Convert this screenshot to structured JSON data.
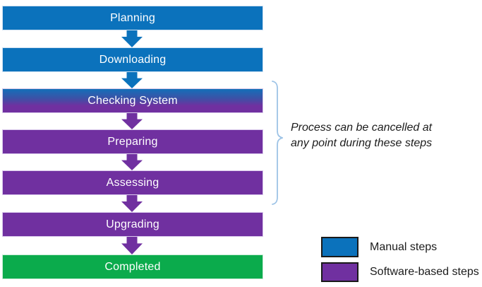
{
  "flowchart": {
    "steps": [
      {
        "label": "Planning",
        "type": "manual",
        "color": "#0B72BC"
      },
      {
        "label": "Downloading",
        "type": "manual",
        "color": "#0B72BC"
      },
      {
        "label": "Checking System",
        "type": "manual-to-software",
        "color_top": "#0B72BC",
        "color_bottom": "#7030A0"
      },
      {
        "label": "Preparing",
        "type": "software",
        "color": "#7030A0"
      },
      {
        "label": "Assessing",
        "type": "software",
        "color": "#7030A0"
      },
      {
        "label": "Upgrading",
        "type": "software",
        "color": "#7030A0"
      },
      {
        "label": "Completed",
        "type": "completed",
        "color": "#0BAB4C"
      }
    ],
    "annotation": {
      "line1": "Process can be cancelled at",
      "line2": "any point during these steps"
    },
    "legend": [
      {
        "label": "Manual steps",
        "color": "#0B72BC"
      },
      {
        "label": "Software-based steps",
        "color": "#7030A0"
      }
    ],
    "colors": {
      "manual_blue": "#0B72BC",
      "software_purple": "#7030A0",
      "completed_green": "#0BAB4C",
      "brace_blue": "#9DC3E6",
      "step_label_text": "#FFFFFF",
      "annotation_text": "#1C1C1C",
      "legend_swatch_border": "#1A1A1A"
    }
  }
}
